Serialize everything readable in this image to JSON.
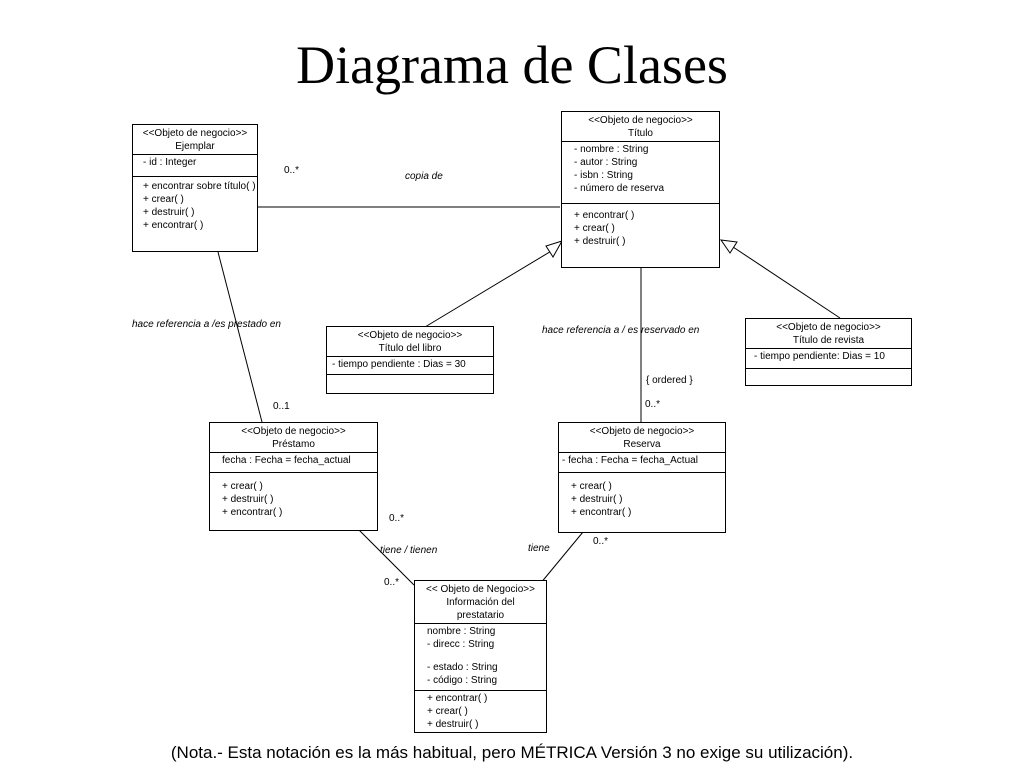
{
  "title": "Diagrama de Clases",
  "note": "(Nota.- Esta notación es la más habitual, pero MÉTRICA Versión 3 no exige su utilización).",
  "classes": {
    "ejemplar": {
      "stereotype": "<<Objeto de negocio>>",
      "name": "Ejemplar",
      "attributes": [
        "- id :    Integer"
      ],
      "operations": [
        "+ encontrar sobre título( )",
        "+ crear( )",
        "+ destruir( )",
        "+ encontrar( )"
      ]
    },
    "titulo": {
      "stereotype": "<<Objeto de negocio>>",
      "name": "Título",
      "attributes": [
        "- nombre : String",
        "- autor : String",
        "- isbn : String",
        "- número de reserva"
      ],
      "operations": [
        "+ encontrar( )",
        "+ crear( )",
        "+ destruir( )"
      ]
    },
    "titulo_libro": {
      "stereotype": "<<Objeto de negocio>>",
      "name": "Título del libro",
      "attributes": [
        "- tiempo pendiente : Dias = 30"
      ],
      "operations": []
    },
    "titulo_revista": {
      "stereotype": "<<Objeto de negocio>>",
      "name": "Título de revista",
      "attributes": [
        "- tiempo pendiente: Dias = 10"
      ],
      "operations": []
    },
    "prestamo": {
      "stereotype": "<<Objeto de negocio>>",
      "name": "Préstamo",
      "attributes": [
        "fecha : Fecha = fecha_actual"
      ],
      "operations": [
        "+ crear( )",
        "+ destruir( )",
        "+ encontrar( )"
      ]
    },
    "reserva": {
      "stereotype": "<<Objeto de negocio>>",
      "name": "Reserva",
      "attributes": [
        "- fecha : Fecha = fecha_Actual"
      ],
      "operations": [
        "+ crear( )",
        "+ destruir( )",
        "+ encontrar( )"
      ]
    },
    "info_prestatario": {
      "stereotype": "<< Objeto de Negocio>>",
      "name_line1": "Información del",
      "name_line2": "prestatario",
      "attributes_a": [
        "nombre : String",
        "- direcc : String"
      ],
      "attributes_b": [
        "- estado : String",
        "- código : String"
      ],
      "operations": [
        "+ encontrar( )",
        "+ crear( )",
        "+ destruir( )"
      ]
    }
  },
  "associations": {
    "copia_de": "copia de",
    "hace_ref_prestado": "hace referencia a  /es  prestado en",
    "hace_ref_reservado": "hace referencia a  / es reservado en",
    "tiene_tienen": "tiene / tienen",
    "tiene": "tiene",
    "ordered": "{ ordered }"
  },
  "multiplicities": {
    "ejemplar_titulo": "0..*",
    "ejemplar_prestamo": "0..1",
    "titulo_reserva": "0..*",
    "prestamo_info": "0..*",
    "info_prestamo": "0..*",
    "reserva_info": "0..*"
  }
}
